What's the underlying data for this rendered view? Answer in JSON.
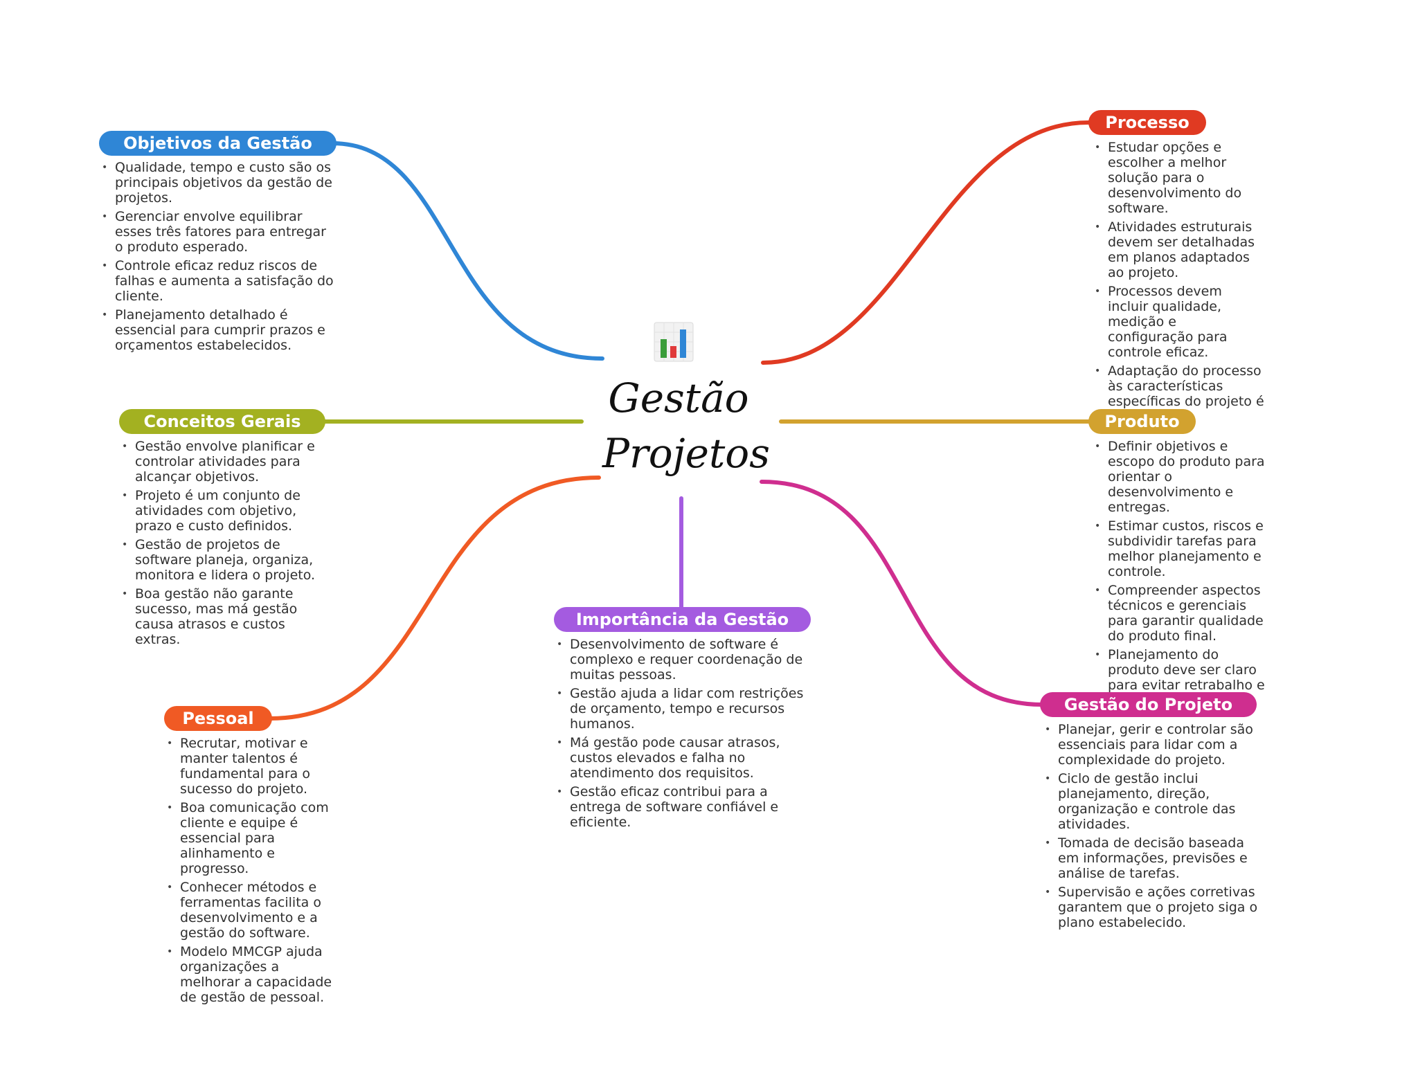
{
  "central_topic": {
    "title": "Gestão Projetos",
    "icon": "bar-chart-icon"
  },
  "branches": {
    "objetivos": {
      "title": "Objetivos da Gestão",
      "color": "#2f86d6",
      "items": [
        "Qualidade, tempo e custo são os principais objetivos da gestão de projetos.",
        "Gerenciar envolve equilibrar esses três fatores para entregar o produto esperado.",
        "Controle eficaz reduz riscos de falhas e aumenta a satisfação do cliente.",
        "Planejamento detalhado é essencial para cumprir prazos e orçamentos estabelecidos."
      ]
    },
    "conceitos": {
      "title": "Conceitos Gerais",
      "color": "#a3b121",
      "items": [
        "Gestão envolve planificar e controlar atividades para alcançar objetivos.",
        "Projeto é um conjunto de atividades com objetivo, prazo e custo definidos.",
        "Gestão de projetos de software planeja, organiza, monitora e lidera o projeto.",
        "Boa gestão não garante sucesso, mas má gestão causa atrasos e custos extras."
      ]
    },
    "pessoal": {
      "title": "Pessoal",
      "color": "#f05a24",
      "items": [
        "Recrutar, motivar e manter talentos é fundamental para o sucesso do projeto.",
        "Boa comunicação com cliente e equipe é essencial para alinhamento e progresso.",
        "Conhecer métodos e ferramentas facilita o desenvolvimento e a gestão do software.",
        "Modelo MMCGP ajuda organizações a melhorar a capacidade de gestão de pessoal."
      ]
    },
    "importancia": {
      "title": "Importância da Gestão",
      "color": "#a45be0",
      "items": [
        "Desenvolvimento de software é complexo e requer coordenação de muitas pessoas.",
        "Gestão ajuda a lidar com restrições de orçamento, tempo e recursos humanos.",
        "Má gestão pode causar atrasos, custos elevados e falha no atendimento dos requisitos.",
        "Gestão eficaz contribui para a entrega de software confiável e eficiente."
      ]
    },
    "processo": {
      "title": "Processo",
      "color": "#e03a22",
      "items": [
        "Estudar opções e escolher a melhor solução para o desenvolvimento do software.",
        "Atividades estruturais devem ser detalhadas em planos adaptados ao projeto.",
        "Processos devem incluir qualidade, medição e configuração para controle eficaz.",
        "Adaptação do processo às características específicas do projeto é necessária."
      ]
    },
    "produto": {
      "title": "Produto",
      "color": "#d2a22f",
      "items": [
        "Definir objetivos e escopo do produto para orientar o desenvolvimento e entregas.",
        "Estimar custos, riscos e subdividir tarefas para melhor planejamento e controle.",
        "Compreender aspectos técnicos e gerenciais para garantir qualidade do produto final.",
        "Planejamento do produto deve ser claro para evitar retrabalho e atrasos."
      ]
    },
    "gestao_projeto": {
      "title": "Gestão do Projeto",
      "color": "#cf2e8f",
      "items": [
        "Planejar, gerir e controlar são essenciais para lidar com a complexidade do projeto.",
        "Ciclo de gestão inclui planejamento, direção, organização e controle das atividades.",
        "Tomada de decisão baseada em informações, previsões e análise de tarefas.",
        "Supervisão e ações corretivas garantem que o projeto siga o plano estabelecido."
      ]
    }
  }
}
